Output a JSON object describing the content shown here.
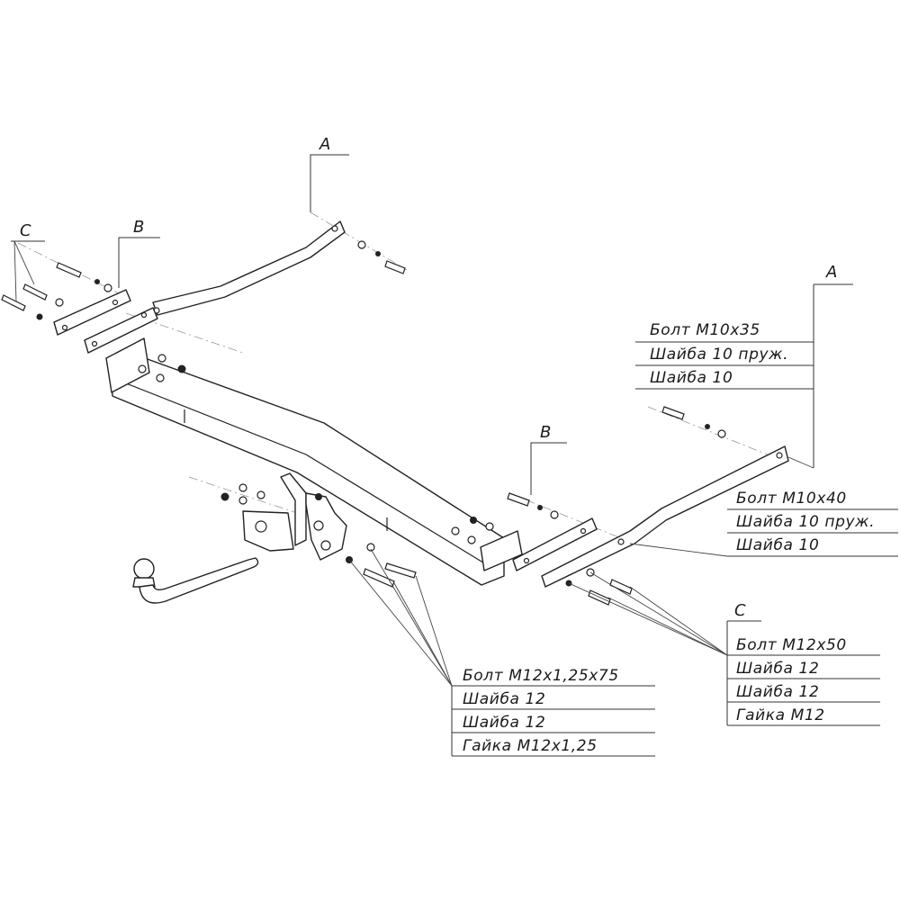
{
  "callouts": {
    "a_top": "A",
    "a_right": "A",
    "b_left": "B",
    "b_right": "B",
    "c_left": "C",
    "c_right": "C"
  },
  "groups": {
    "a": [
      "Болт M10х35",
      "Шайба 10 пруж.",
      "Шайба 10"
    ],
    "b": [
      "Болт M10х40",
      "Шайба 10 пруж.",
      "Шайба 10"
    ],
    "c": [
      "Болт M12х50",
      "Шайба 12",
      "Шайба 12",
      "Гайка M12"
    ],
    "ball": [
      "Болт M12х1,25х75",
      "Шайба 12",
      "Шайба 12",
      "Гайка M12х1,25"
    ]
  }
}
